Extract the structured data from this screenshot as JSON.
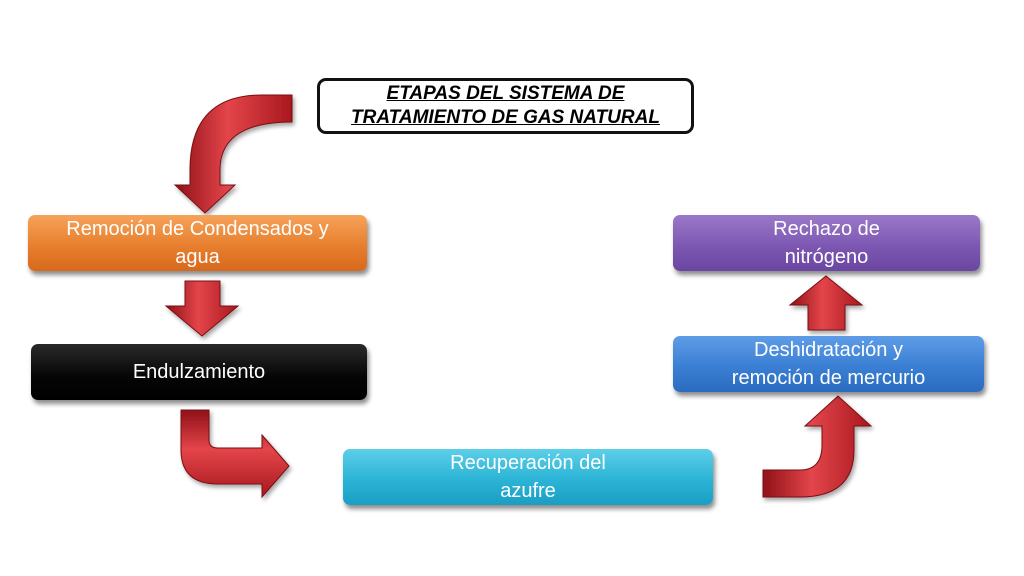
{
  "title": {
    "line1": "ETAPAS DEL SISTEMA DE",
    "line2": "TRATAMIENTO DE GAS NATURAL"
  },
  "steps": {
    "remocion": {
      "line1": "Remoción de  Condensados y",
      "line2": "agua",
      "color": "#e8822f"
    },
    "endulzamiento": {
      "line1": "Endulzamiento",
      "color": "#000000"
    },
    "recuperacion": {
      "line1": "Recuperación del",
      "line2": "azufre",
      "color": "#2bb4d6"
    },
    "deshidratacion": {
      "line1": "Deshidratación y",
      "line2": "remoción de mercurio",
      "color": "#3a7fd4"
    },
    "rechazo": {
      "line1": "Rechazo de",
      "line2": "nitrógeno",
      "color": "#7d58b3"
    }
  },
  "arrows": {
    "color": "#c8262c",
    "icon": "red-flow-arrow-icon"
  }
}
